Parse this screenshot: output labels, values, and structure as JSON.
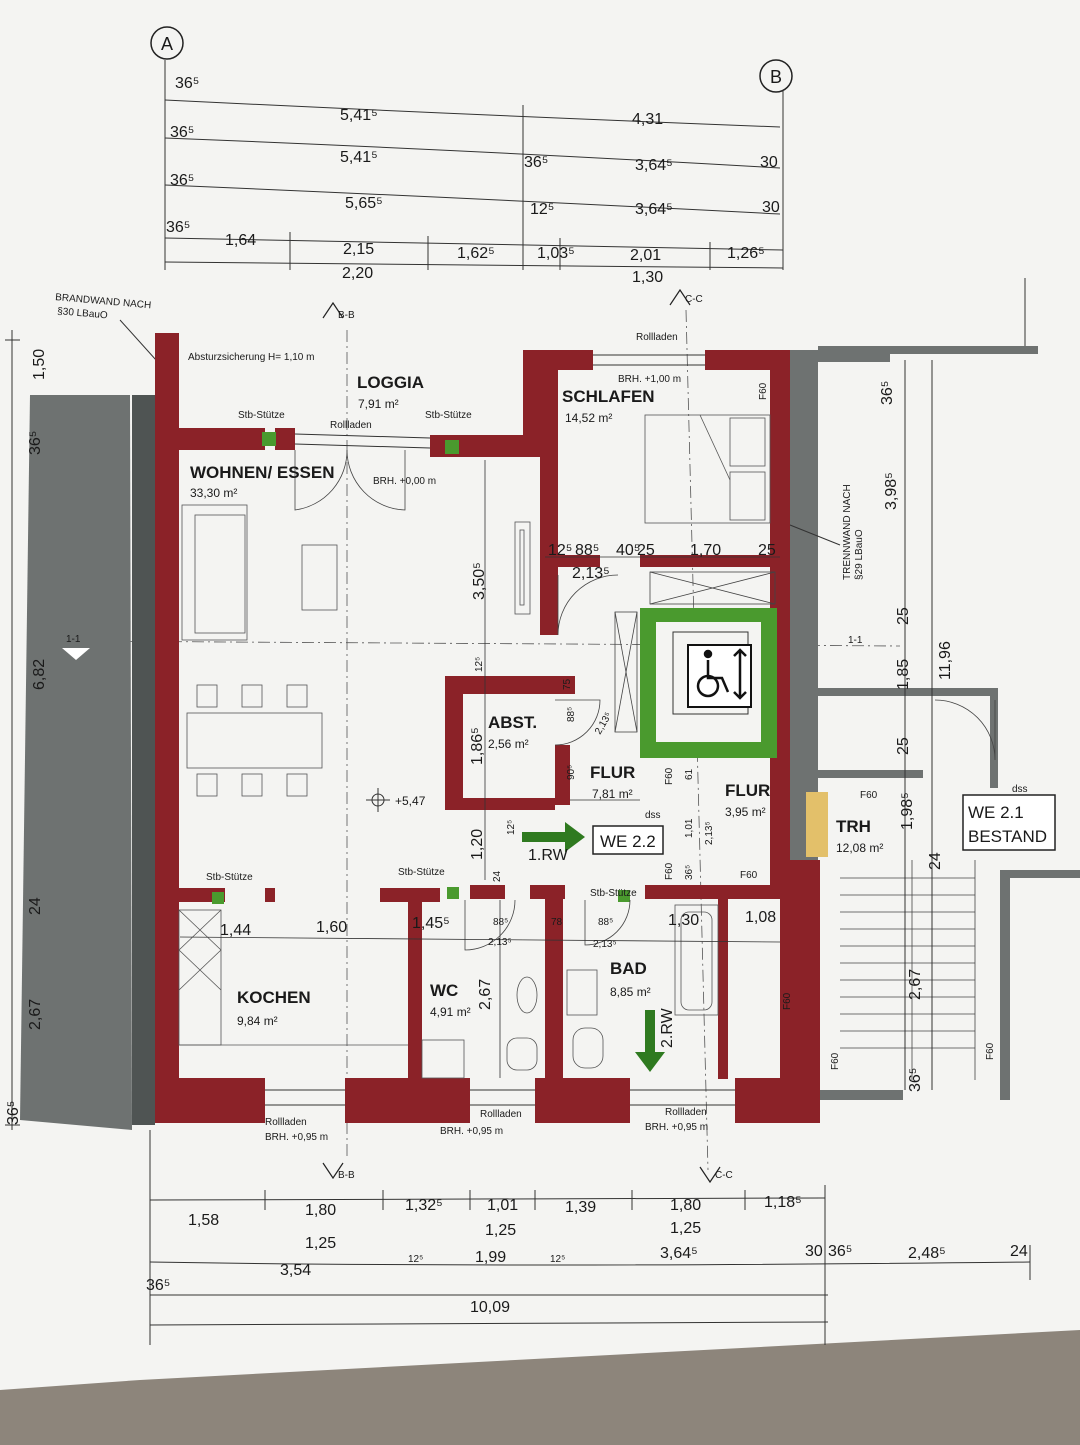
{
  "grid": {
    "a": "A",
    "b": "B"
  },
  "colors": {
    "wall": "#8b2228",
    "paper": "#f4f4f2",
    "gray_wall": "#6e7271",
    "lift_green": "#4a9a2e",
    "fire_yellow": "#e3c06a"
  },
  "top_dims": {
    "row1": {
      "a": "36⁵",
      "b": "5,41⁵",
      "c": "4,31"
    },
    "row2": {
      "a": "36⁵",
      "b": "5,41⁵",
      "c": "36⁵",
      "d": "3,64⁵",
      "e": "30"
    },
    "row3": {
      "a": "36⁵",
      "b": "5,65⁵",
      "c": "12⁵",
      "d": "3,64⁵",
      "e": "30"
    },
    "row4": {
      "a": "36⁵",
      "b": "1,64",
      "c": "2,15",
      "d": "1,62⁵",
      "e": "1,03⁵",
      "f": "2,01",
      "g": "1,26⁵"
    },
    "row4_sub": {
      "a": "2,20",
      "b": "1,30"
    }
  },
  "sections": {
    "bb": "B-B",
    "cc": "C-C",
    "s11": "1-1"
  },
  "left_dims": {
    "a": "1,50",
    "b": "36⁵",
    "c": "6,82",
    "d": "24",
    "e": "2,67",
    "f": "36⁵"
  },
  "right_dims": {
    "a": "36⁵",
    "b": "3,98⁵",
    "c": "25",
    "d": "1,85",
    "e": "11,96",
    "f": "25",
    "g": "1,98⁵",
    "h": "24",
    "i": "2,67",
    "j": "36⁵"
  },
  "notes": {
    "brandwand": "BRANDWAND NACH",
    "brandwand_ref": "§30 LBauO",
    "absturz": "Absturzsicherung H= 1,10 m",
    "trennwand": "TRENNWAND NACH",
    "trennwand_ref": "§29 LBauO",
    "rollladen": "Rollladen",
    "brh_top": "BRH. +1,00 m",
    "brh_mid": "BRH. +0,00 m",
    "brh_095": "BRH. +0,95 m",
    "stb": "Stb-Stütze",
    "f60": "F60",
    "dss": "dss",
    "level": "+5,47",
    "rw1": "1.RW",
    "rw2": "2.RW"
  },
  "rooms": {
    "loggia": {
      "name": "LOGGIA",
      "area": "7,91 m²"
    },
    "wohnen": {
      "name": "WOHNEN/ ESSEN",
      "area": "33,30 m²"
    },
    "schlafen": {
      "name": "SCHLAFEN",
      "area": "14,52 m²"
    },
    "abst": {
      "name": "ABST.",
      "area": "2,56 m²"
    },
    "flur1": {
      "name": "FLUR",
      "area": "7,81 m²"
    },
    "flur2": {
      "name": "FLUR",
      "area": "3,95 m²"
    },
    "trh": {
      "name": "TRH",
      "area": "12,08 m²"
    },
    "kochen": {
      "name": "KOCHEN",
      "area": "9,84 m²"
    },
    "wc": {
      "name": "WC",
      "area": "4,91 m²"
    },
    "bad": {
      "name": "BAD",
      "area": "8,85 m²"
    }
  },
  "unit_labels": {
    "we22": "WE 2.2",
    "we21": "WE 2.1",
    "bestand": "BESTAND"
  },
  "inner_dims": {
    "d1": "12⁵",
    "d2": "88⁵",
    "d3": "40⁵",
    "d4": "25",
    "d5": "1,70",
    "d6": "25",
    "d7": "2,13⁵",
    "d8": "3,50⁵",
    "d9": "12⁵",
    "d10": "75",
    "d11": "88⁵",
    "d12": "2,13⁵",
    "d13": "1,86⁵",
    "d14": "90⁵",
    "d15": "61",
    "d16": "1,01",
    "d17": "2,13⁵",
    "d18": "1,20",
    "d19": "12⁵",
    "d20": "24",
    "d21": "36⁵"
  },
  "lower_dims": {
    "a": "1,44",
    "b": "1,60",
    "c": "1,45⁵",
    "d": "88⁵",
    "e": "2,13⁵",
    "f": "78",
    "g": "88⁵",
    "h": "2,13⁵",
    "i": "1,30",
    "j": "1,08",
    "k": "2,67"
  },
  "bottom_dims": {
    "row1": {
      "a": "1,58",
      "b": "1,80",
      "c": "1,32⁵",
      "d": "1,01",
      "e": "1,39",
      "f": "1,80",
      "g": "1,18⁵"
    },
    "row1_sub": {
      "a": "1,25",
      "b": "1,25",
      "c": "1,25"
    },
    "row2": {
      "a": "36⁵",
      "b": "3,54",
      "c": "12⁵",
      "d": "1,99",
      "e": "12⁵",
      "f": "3,64⁵",
      "g": "30",
      "h": "36⁵",
      "i": "2,48⁵",
      "j": "24"
    },
    "row3": {
      "a": "10,09"
    }
  }
}
